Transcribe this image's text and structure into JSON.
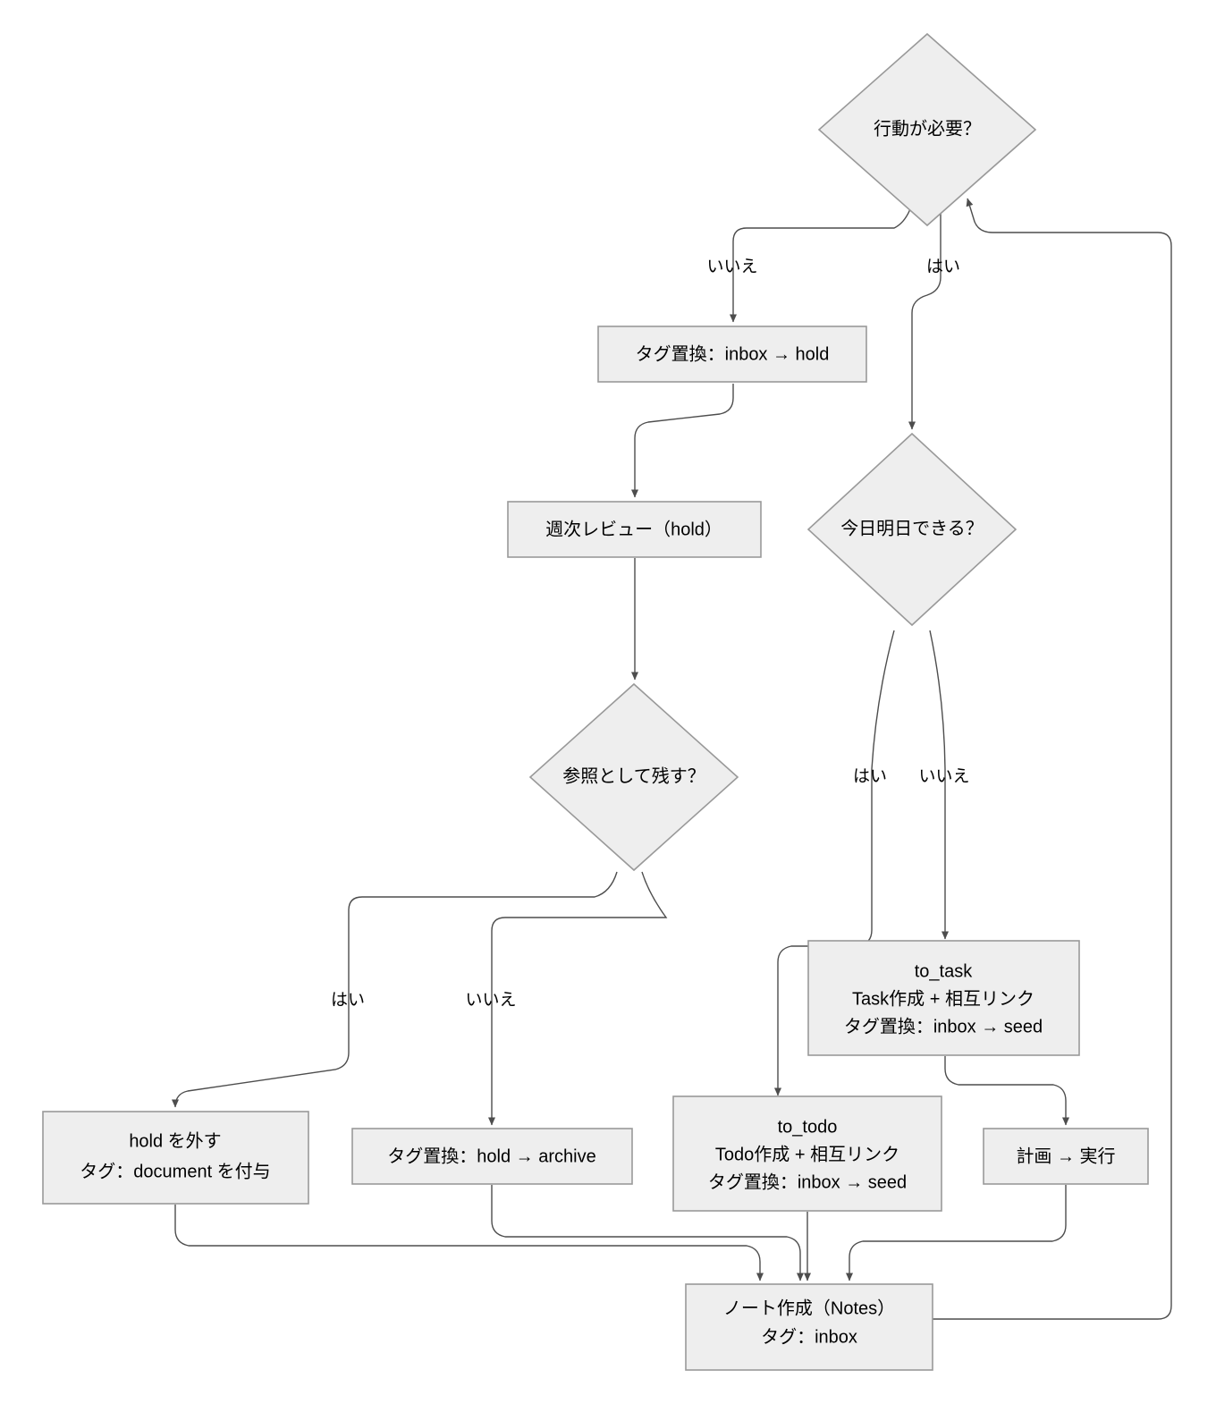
{
  "diagram": {
    "type": "flowchart",
    "title": "",
    "orientation": "top-down",
    "style": {
      "node_fill": "#eeeeee",
      "node_stroke": "#999999",
      "edge_stroke": "#4d4d4d",
      "background": "#ffffff",
      "text_color": "#000000"
    },
    "nodes": [
      {
        "id": "action_needed",
        "shape": "diamond",
        "lines": [
          "行動が必要？"
        ]
      },
      {
        "id": "tag_inbox_hold",
        "shape": "rect",
        "lines": [
          "タグ置換：inbox → hold"
        ]
      },
      {
        "id": "weekly_review",
        "shape": "rect",
        "lines": [
          "週次レビュー（hold）"
        ]
      },
      {
        "id": "can_do_today",
        "shape": "diamond",
        "lines": [
          "今日明日できる？"
        ]
      },
      {
        "id": "keep_as_reference",
        "shape": "diamond",
        "lines": [
          "参照として残す？"
        ]
      },
      {
        "id": "to_task",
        "shape": "rect",
        "lines": [
          "to_task",
          "Task作成 + 相互リンク",
          "タグ置換：inbox → seed"
        ]
      },
      {
        "id": "remove_hold",
        "shape": "rect",
        "lines": [
          "hold を外す",
          "タグ：document を付与"
        ]
      },
      {
        "id": "tag_hold_archive",
        "shape": "rect",
        "lines": [
          "タグ置換：hold → archive"
        ]
      },
      {
        "id": "to_todo",
        "shape": "rect",
        "lines": [
          "to_todo",
          "Todo作成 + 相互リンク",
          "タグ置換：inbox → seed"
        ]
      },
      {
        "id": "plan_to_exec",
        "shape": "rect",
        "lines": [
          "計画 → 実行"
        ]
      },
      {
        "id": "note_create",
        "shape": "rect",
        "lines": [
          "ノート作成（Notes）",
          "タグ：inbox"
        ]
      }
    ],
    "edges": [
      {
        "from": "action_needed",
        "to": "tag_inbox_hold",
        "label": "いいえ"
      },
      {
        "from": "action_needed",
        "to": "can_do_today",
        "label": "はい"
      },
      {
        "from": "tag_inbox_hold",
        "to": "weekly_review",
        "label": ""
      },
      {
        "from": "weekly_review",
        "to": "keep_as_reference",
        "label": ""
      },
      {
        "from": "keep_as_reference",
        "to": "remove_hold",
        "label": "はい"
      },
      {
        "from": "keep_as_reference",
        "to": "tag_hold_archive",
        "label": "いいえ"
      },
      {
        "from": "can_do_today",
        "to": "to_todo",
        "label": "はい"
      },
      {
        "from": "can_do_today",
        "to": "to_task",
        "label": "いいえ"
      },
      {
        "from": "to_task",
        "to": "plan_to_exec",
        "label": ""
      },
      {
        "from": "remove_hold",
        "to": "note_create",
        "label": ""
      },
      {
        "from": "tag_hold_archive",
        "to": "note_create",
        "label": ""
      },
      {
        "from": "to_todo",
        "to": "note_create",
        "label": ""
      },
      {
        "from": "plan_to_exec",
        "to": "note_create",
        "label": ""
      },
      {
        "from": "note_create",
        "to": "action_needed",
        "label": ""
      }
    ],
    "edge_labels": {
      "action_needed_no": "いいえ",
      "action_needed_yes": "はい",
      "can_do_today_yes": "はい",
      "can_do_today_no": "いいえ",
      "keep_ref_yes": "はい",
      "keep_ref_no": "いいえ"
    },
    "node_text": {
      "action_needed": "行動が必要？",
      "tag_inbox_hold": "タグ置換：inbox → hold",
      "weekly_review": "週次レビュー（hold）",
      "can_do_today": "今日明日できる？",
      "keep_as_reference": "参照として残す？",
      "to_task_l1": "to_task",
      "to_task_l2": "Task作成 + 相互リンク",
      "to_task_l3": "タグ置換：inbox → seed",
      "remove_hold_l1": "hold を外す",
      "remove_hold_l2": "タグ：document を付与",
      "tag_hold_archive": "タグ置換：hold → archive",
      "to_todo_l1": "to_todo",
      "to_todo_l2": "Todo作成 + 相互リンク",
      "to_todo_l3": "タグ置換：inbox → seed",
      "plan_to_exec": "計画 → 実行",
      "note_create_l1": "ノート作成（Notes）",
      "note_create_l2": "タグ：inbox"
    }
  }
}
